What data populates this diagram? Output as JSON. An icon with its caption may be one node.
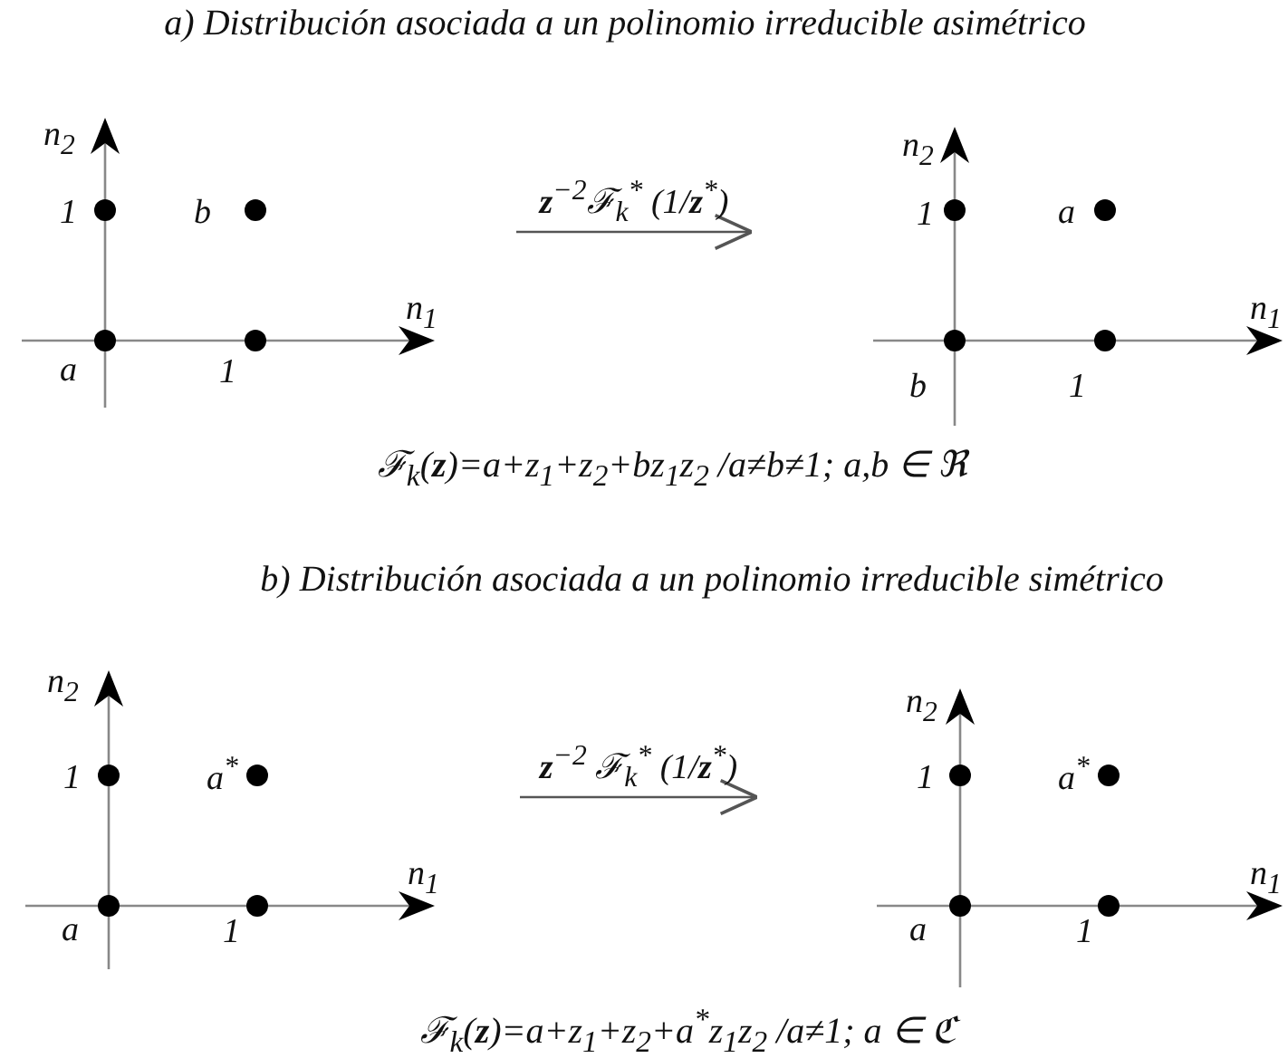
{
  "diagram": {
    "nodes": [
      {
        "text": [],
        "shape": "picture"
      },
      {
        "text": [],
        "shape": "picture"
      },
      {
        "text": [],
        "shape": "picture"
      },
      {
        "text": [],
        "shape": "picture"
      }
    ],
    "edges": [
      {
        "from": 0,
        "to": 1,
        "arrow": "to",
        "label": "**z**$^{−2}$ℱ$_{k}$$^{*}$ (1/**z**$^{*}$)"
      },
      {
        "from": 2,
        "to": 3,
        "arrow": "to",
        "label": "**z**$^{−2}$ ℱ$_{k}$$^{*}$ (1/**z**$^{*}$)"
      }
    ],
    "labels": [
      "a) Distribución asociada a un polinomio irreducible asimétrico",
      "n$_{2}$",
      "1",
      "b",
      "n$_{1}$",
      "a",
      "1",
      "n$_{2}$",
      "1",
      "a",
      "n$_{1}$",
      "b",
      "1",
      "ℱ$_{k}$(**z**)=a+z$_{1}$+z$_{2}$+bz$_{1}$z$_{2}$ /a≠b≠1; a,b ∈ ℜ",
      "b) Distribución asociada a un polinomio irreducible simétrico",
      "n$_{2}$",
      "1",
      "a$^{*}$",
      "n$_{1}$",
      "a",
      "1",
      "n$_{2}$",
      "1",
      "a$^{*}$",
      "n$_{1}$",
      "a",
      "1",
      "ℱ$_{k}$(**z**)=a+z$_{1}$+z$_{2}$+a$^{*}$z$_{1}$z$_{2}$ /a≠1; a ∈ ℭ"
    ]
  }
}
